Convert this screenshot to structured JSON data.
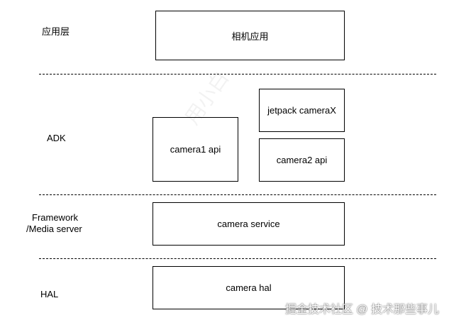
{
  "layers": {
    "app": "应用层",
    "adk": "ADK",
    "framework_line1": "Framework",
    "framework_line2": "/Media server",
    "hal": "HAL"
  },
  "boxes": {
    "camera_app": "相机应用",
    "jetpack_camerax": "jetpack cameraX",
    "camera1_api": "camera1 api",
    "camera2_api": "camera2 api",
    "camera_service": "camera service",
    "camera_hal": "camera hal"
  },
  "watermarks": {
    "diagonal": "用小白",
    "credit": "掘金技术社区 @ 技术那些事儿"
  }
}
